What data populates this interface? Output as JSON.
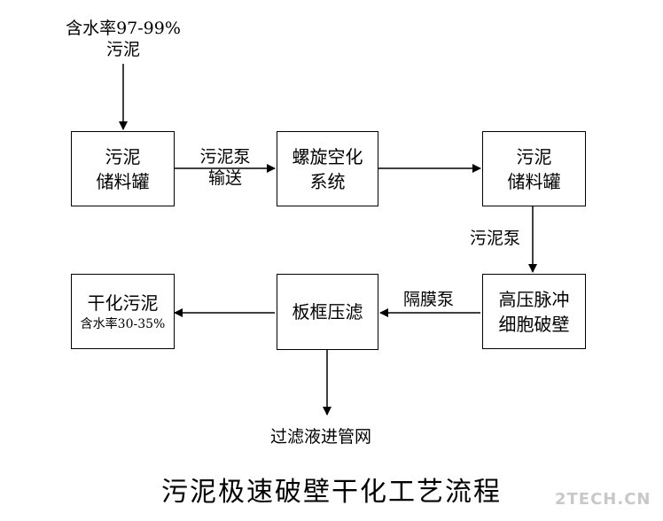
{
  "input": {
    "line1": "含水率97-99%",
    "line2": "污泥"
  },
  "boxes": {
    "tank1": {
      "line1": "污泥",
      "line2": "储料罐"
    },
    "spiral": {
      "line1": "螺旋空化",
      "line2": "系统"
    },
    "tank2": {
      "line1": "污泥",
      "line2": "储料罐"
    },
    "pulse": {
      "line1": "高压脉冲",
      "line2": "细胞破壁"
    },
    "filter": {
      "line1": "板框压滤"
    },
    "dried": {
      "line1": "干化污泥",
      "line2": "含水率30-35%"
    }
  },
  "edges": {
    "pump_transport": {
      "line1": "污泥泵",
      "line2": "输送"
    },
    "pump2": "污泥泵",
    "diaphragm": "隔膜泵",
    "filtrate": "过滤液进管网"
  },
  "title": "污泥极速破壁干化工艺流程",
  "watermark": "2TECH.CN"
}
